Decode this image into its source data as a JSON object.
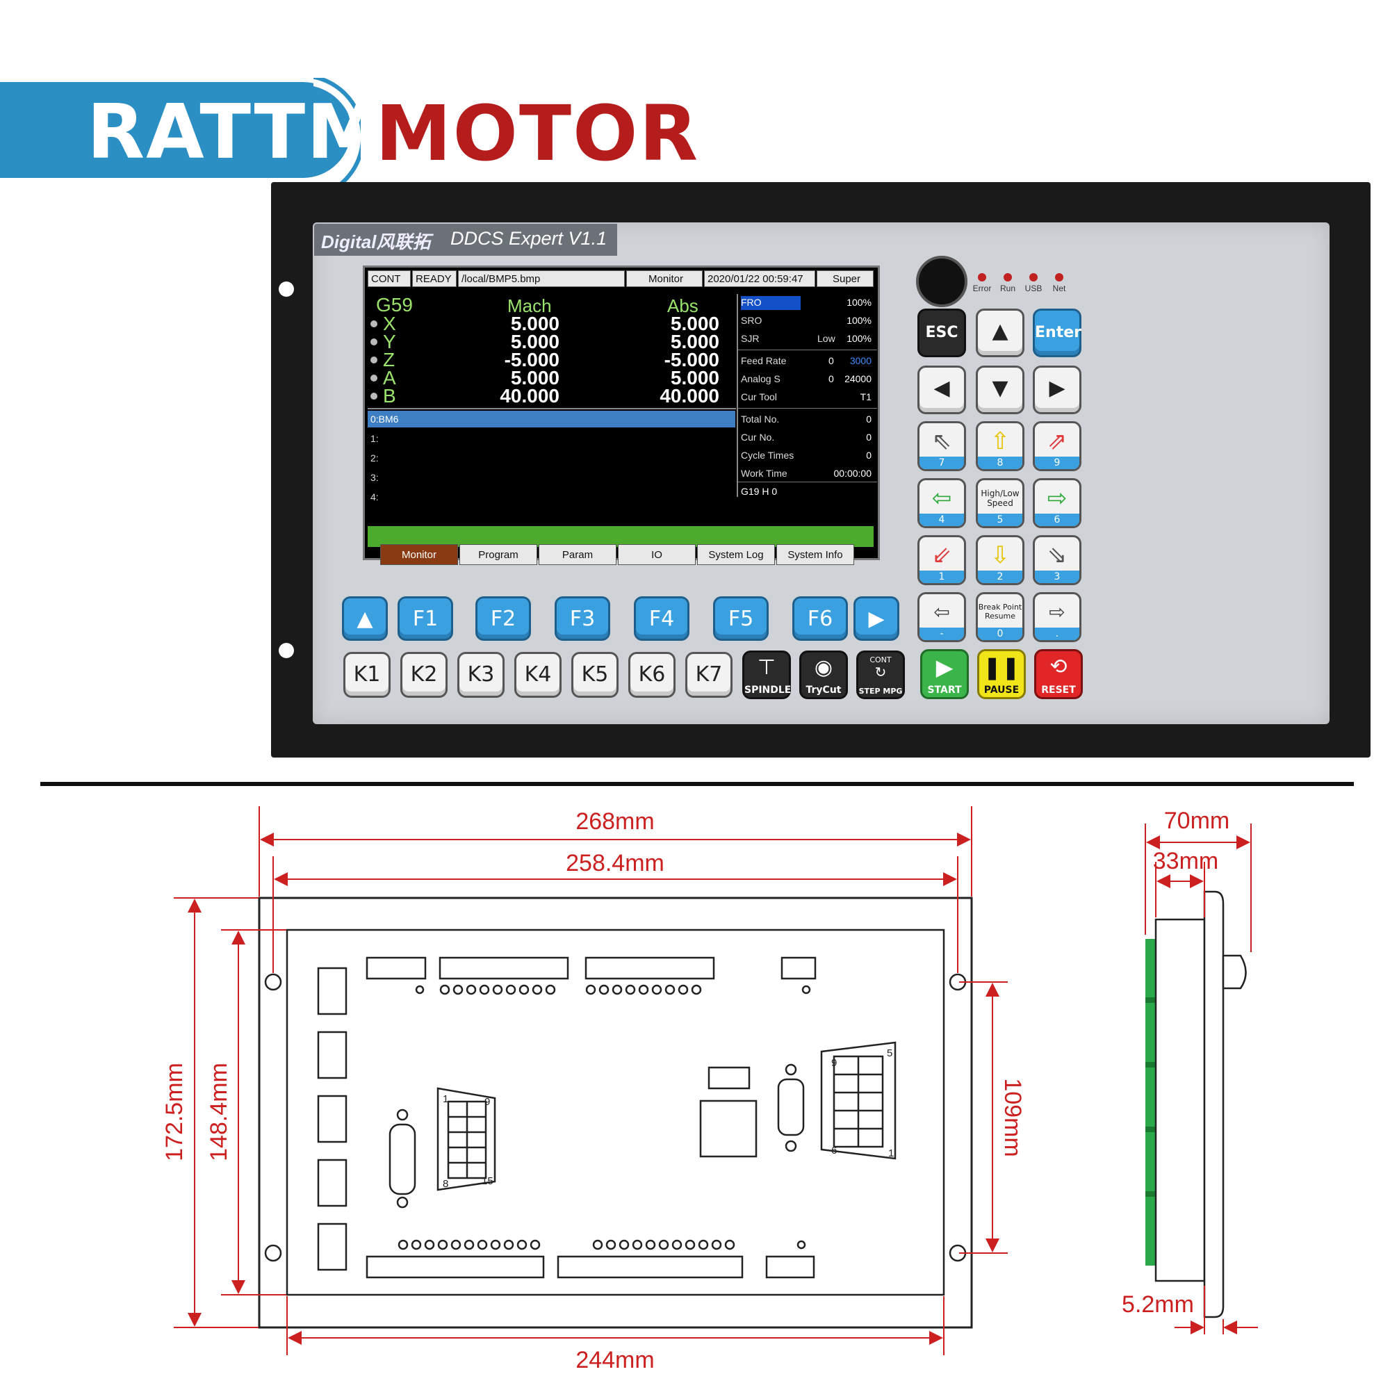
{
  "brand": {
    "left": "RATTM",
    "right": "MOTOR"
  },
  "device": {
    "brand_logo": "Digital风联拓",
    "model": "DDCS Expert V1.1",
    "status_bar": [
      "CONT",
      "READY",
      "/local/BMP5.bmp",
      "Monitor",
      "2020/01/22 00:59:47",
      "Super"
    ],
    "coords": {
      "title": "G59",
      "mach_header": "Mach",
      "abs_header": "Abs",
      "axes": [
        {
          "name": "X",
          "mach": "5.000",
          "abs": "5.000"
        },
        {
          "name": "Y",
          "mach": "5.000",
          "abs": "5.000"
        },
        {
          "name": "Z",
          "mach": "-5.000",
          "abs": "-5.000"
        },
        {
          "name": "A",
          "mach": "5.000",
          "abs": "5.000"
        },
        {
          "name": "B",
          "mach": "40.000",
          "abs": "40.000"
        }
      ]
    },
    "right_panel": {
      "fro": {
        "label": "FRO",
        "value": "100%"
      },
      "sro": {
        "label": "SRO",
        "value": "100%"
      },
      "sjr": {
        "label": "SJR",
        "mode": "Low",
        "value": "100%"
      },
      "feed_rate": {
        "label": "Feed Rate",
        "value": "0",
        "set": "3000"
      },
      "analog": {
        "label": "Analog S",
        "value": "0",
        "set": "24000"
      },
      "cur_tool": {
        "label": "Cur Tool",
        "value": "T1"
      },
      "total_no": {
        "label": "Total No.",
        "value": "0"
      },
      "cur_no": {
        "label": "Cur No.",
        "value": "0"
      },
      "cycle_times": {
        "label": "Cycle Times",
        "value": "0"
      },
      "work_time": {
        "label": "Work Time",
        "value": "00:00:00"
      },
      "gcode": "G19 H 0"
    },
    "program_lines": [
      "0:BM6",
      "1:",
      "2:",
      "3:",
      "4:"
    ],
    "tabs": [
      "Monitor",
      "Program",
      "Param",
      "IO",
      "System Log",
      "System Info"
    ],
    "leds": [
      "Error",
      "Run",
      "USB",
      "Net"
    ],
    "nav_keys": {
      "esc": "ESC",
      "enter": "Enter"
    },
    "numpad": {
      "k7": "7",
      "k8": "8",
      "k9": "9",
      "k4": "4",
      "k5": "5",
      "k5_label": "High/Low Speed",
      "k6": "6",
      "k1": "1",
      "k2": "2",
      "k3": "3",
      "kminus": "-",
      "k0": "0",
      "k0_label": "Break Point Resume",
      "kdot": "."
    },
    "fkeys": [
      "F1",
      "F2",
      "F3",
      "F4",
      "F5",
      "F6"
    ],
    "kkeys": [
      "K1",
      "K2",
      "K3",
      "K4",
      "K5",
      "K6",
      "K7"
    ],
    "mode_keys": {
      "spindle": "SPINDLE",
      "trycut": "TryCut",
      "cont": "CONT",
      "step_mpg": "STEP MPG"
    },
    "action_keys": {
      "start": "START",
      "pause": "PAUSE",
      "reset": "RESET"
    }
  },
  "drawing": {
    "dims": {
      "width_outer": "268mm",
      "width_holes": "258.4mm",
      "width_inner": "244mm",
      "height_outer": "172.5mm",
      "height_inner": "148.4mm",
      "height_holes": "109mm",
      "depth_total": "70mm",
      "depth_body": "33mm",
      "panel_thickness": "5.2mm"
    },
    "pin_labels": {
      "db15_tl": "1",
      "db15_tr": "9",
      "db15_bl": "8",
      "db15_br": "15",
      "db9_tl": "9",
      "db9_tr": "5",
      "db9_bl": "6",
      "db9_br": "1"
    }
  },
  "colors": {
    "brand_blue": "#2b8fc4",
    "brand_red": "#b51c1c",
    "dimension": "#cc1f1f",
    "screen_green": "#9be36b"
  }
}
